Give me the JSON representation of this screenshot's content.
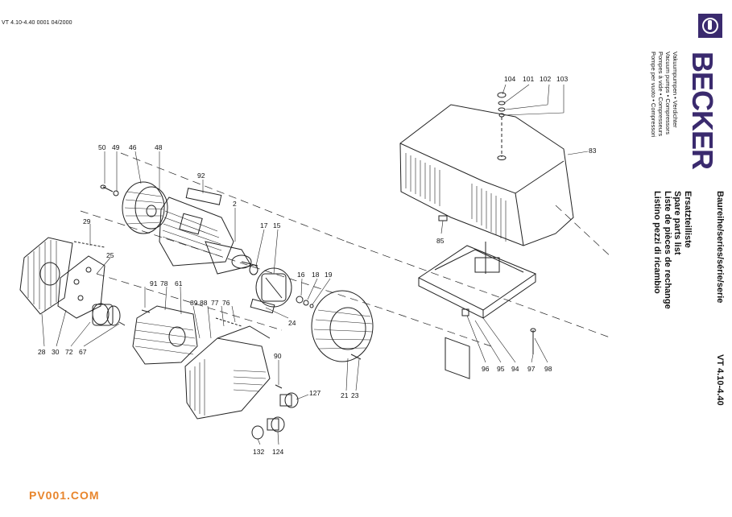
{
  "header": {
    "doc_code": "VT 4.10-4.40 0001 04/2000"
  },
  "brand": {
    "name": "BECKER",
    "products": [
      "Vakuumpumpen • Verdichter",
      "Vacuum pumps • Compressors",
      "Pompes à vide • Compresseurs",
      "Pompe per vuoto • Compressori"
    ]
  },
  "titles": {
    "series_label": "Baureihe/series/série/serie",
    "model": "VT 4.10-4.40",
    "lines": [
      "Ersatzteilliste",
      "Spare parts list",
      "Liste de pièces de rechange",
      "Listino pezzi di ricambio"
    ]
  },
  "watermark": "PV001.COM",
  "callouts": [
    "50",
    "49",
    "46",
    "48",
    "92",
    "2",
    "29",
    "17",
    "15",
    "25",
    "16",
    "18",
    "19",
    "91",
    "78",
    "61",
    "89",
    "88",
    "77",
    "76",
    "24",
    "28",
    "30",
    "72",
    "67",
    "90",
    "127",
    "21",
    "23",
    "132",
    "124",
    "104",
    "101",
    "102",
    "103",
    "83",
    "85",
    "96",
    "95",
    "94",
    "97",
    "98"
  ]
}
